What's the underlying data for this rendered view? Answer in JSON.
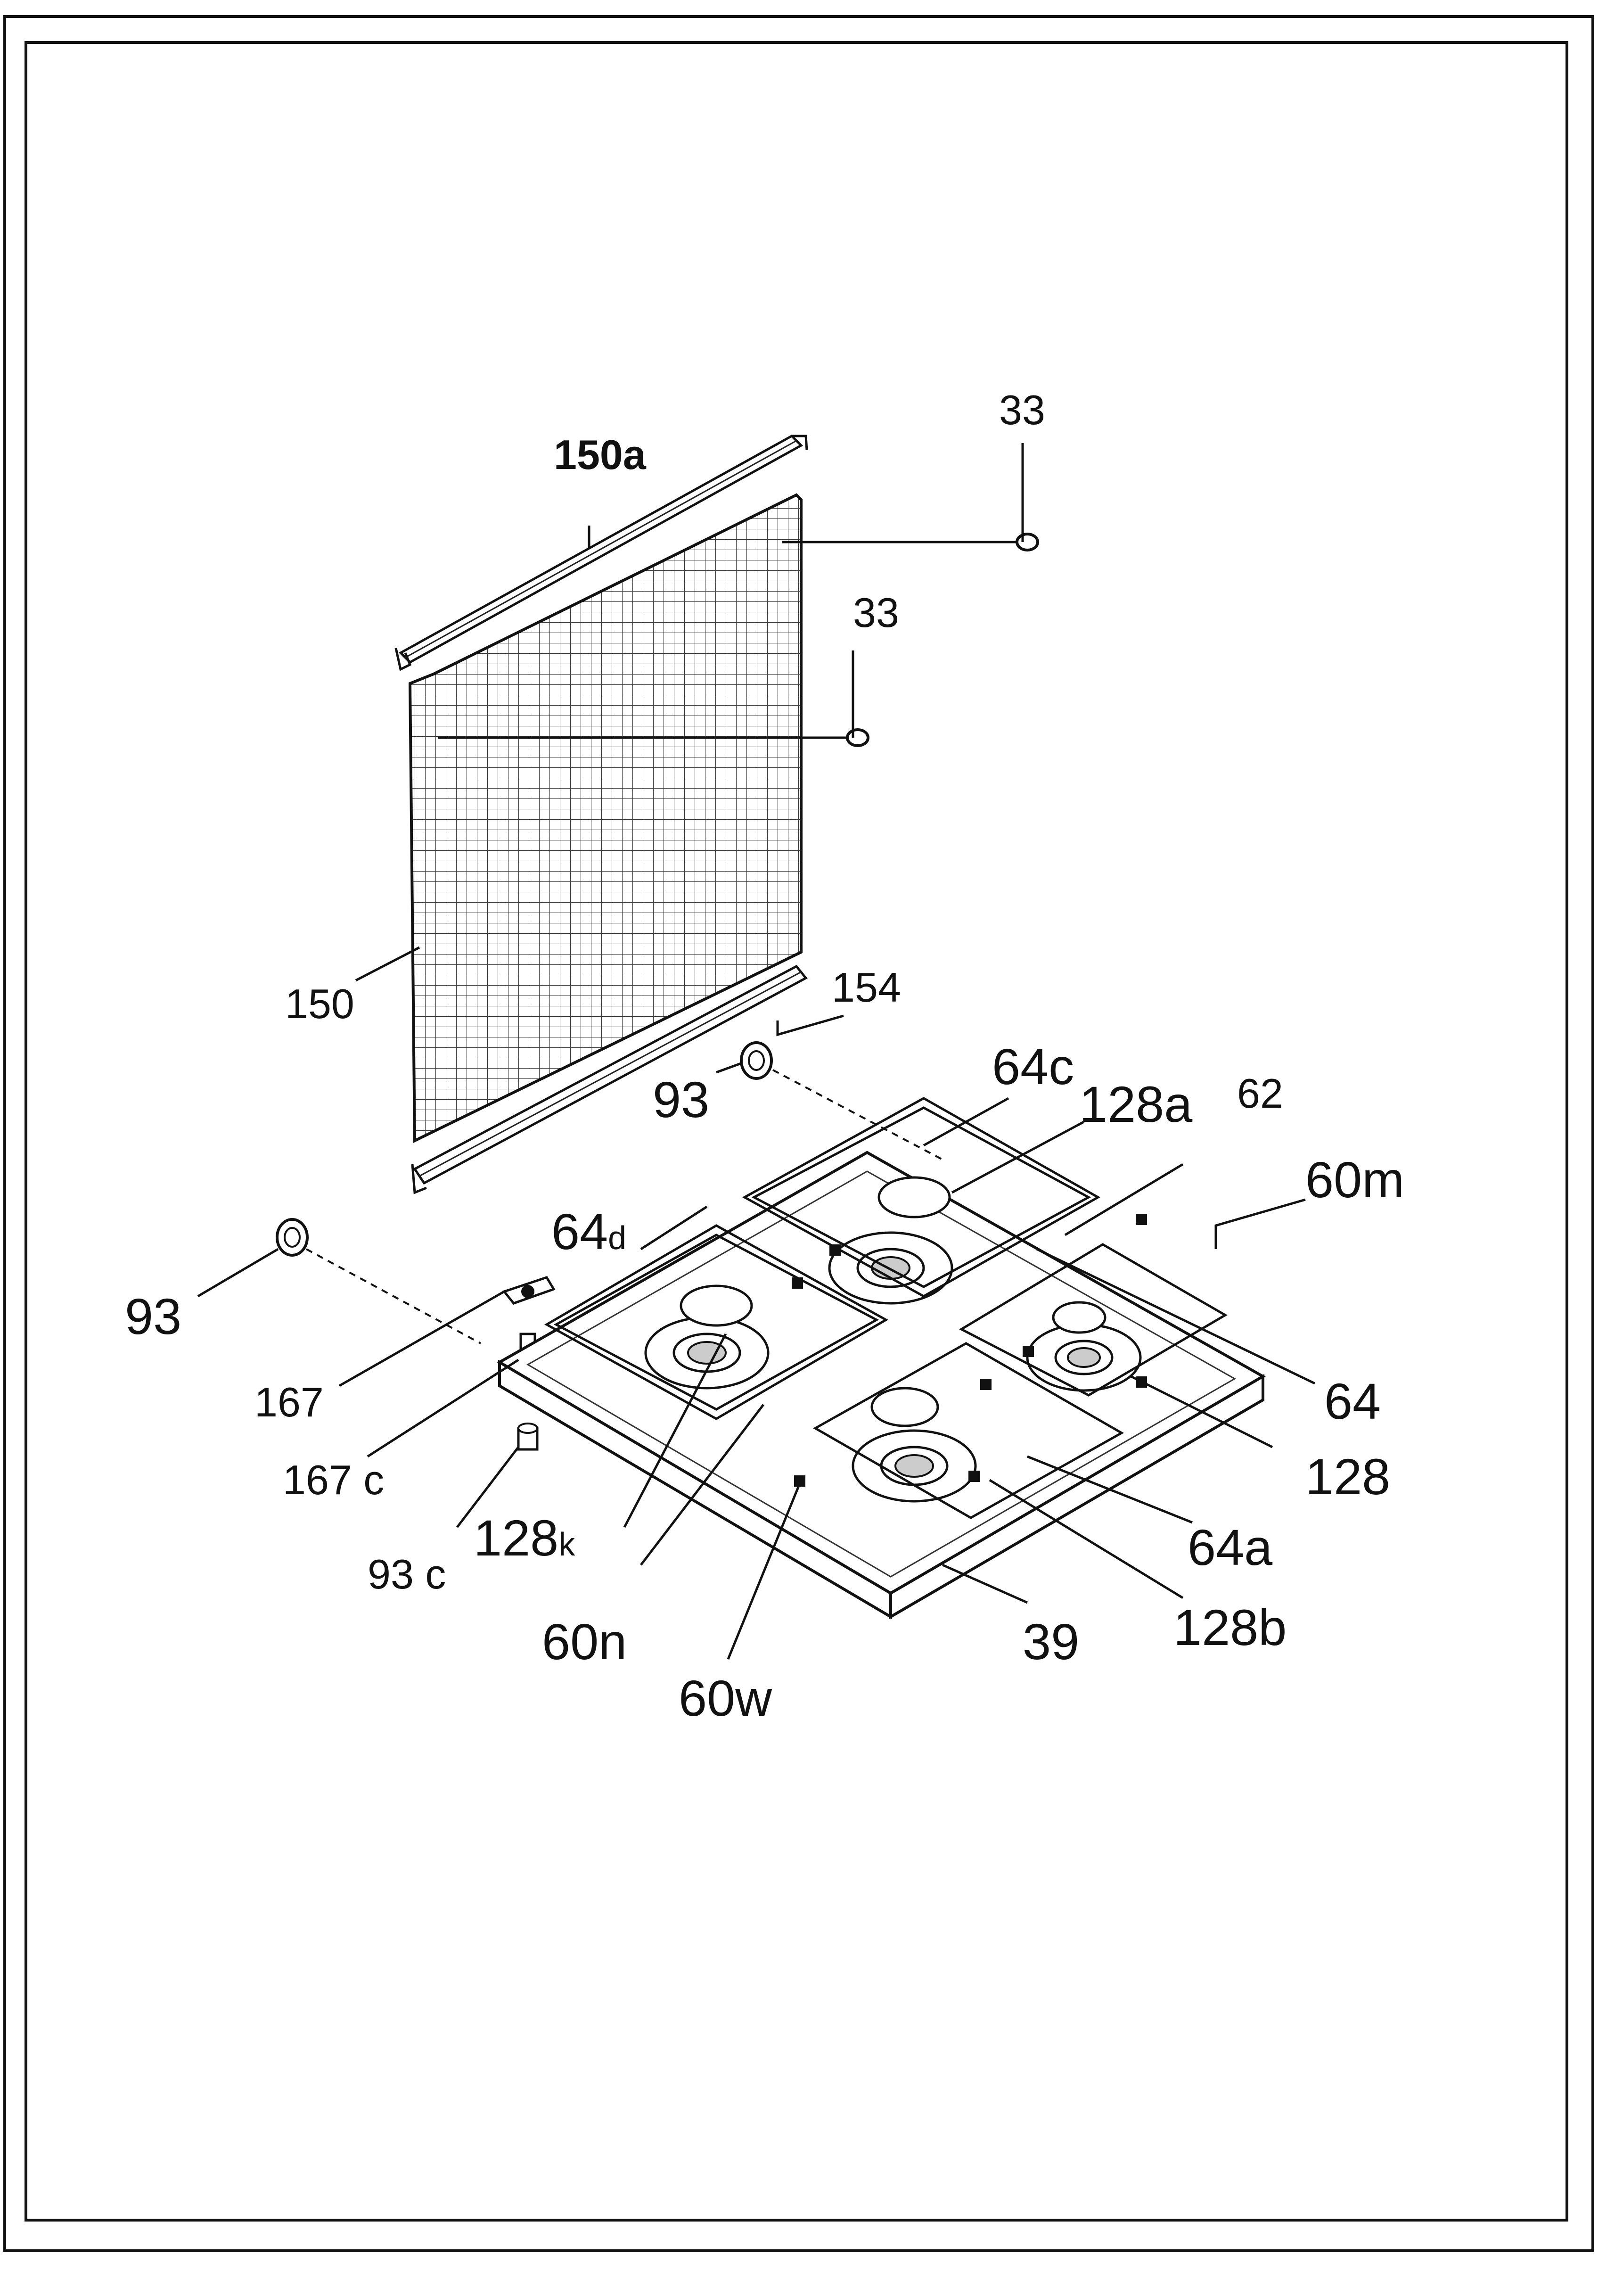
{
  "labels": {
    "l33a": "33",
    "l33b": "33",
    "l150a": "150a",
    "l150": "150",
    "l154": "154",
    "l93a": "93",
    "l93b": "93",
    "l64c": "64c",
    "l128a": "128a",
    "l62": "62",
    "l60m": "60m",
    "l64d_main": "64",
    "l64d_sub": "d",
    "l167": "167",
    "l167c": "167 c",
    "l93c": "93 c",
    "l128k_main": "128",
    "l128k_sub": "k",
    "l60n": "60n",
    "l60w": "60w",
    "l39": "39",
    "l128b": "128b",
    "l64a": "64a",
    "l128": "128",
    "l64": "64"
  }
}
